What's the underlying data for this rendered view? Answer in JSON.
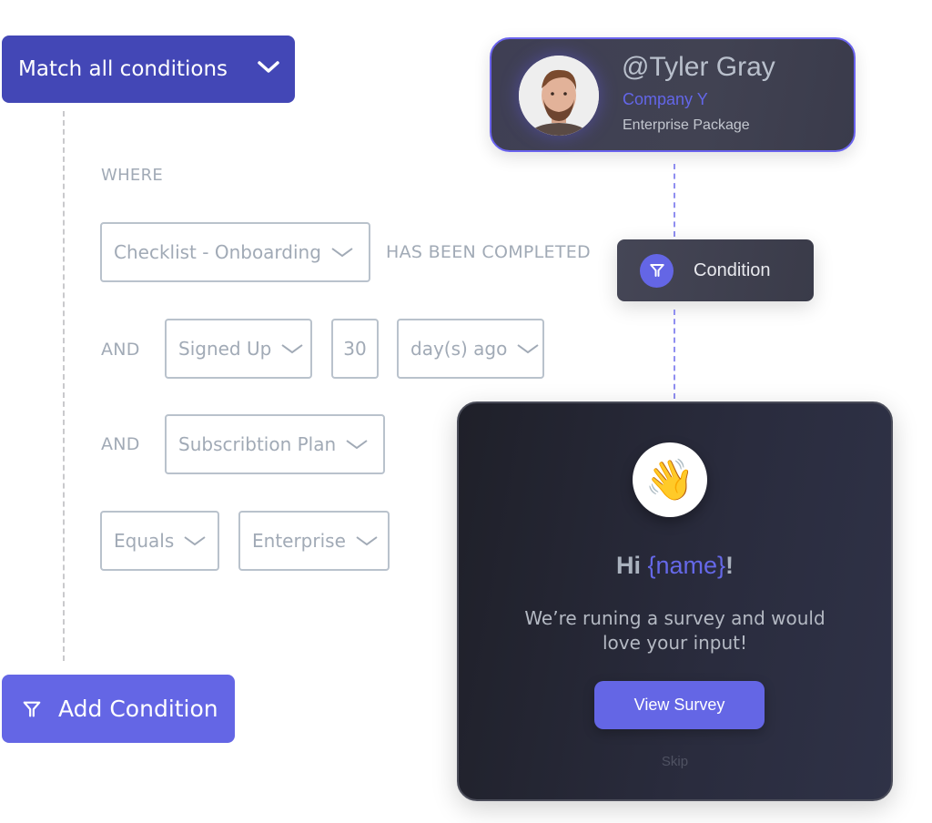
{
  "segment": {
    "match_label": "Match all conditions",
    "where_label": "WHERE",
    "rows": [
      {
        "dropdowns": [
          {
            "value": "Checklist - Onboarding"
          }
        ],
        "suffix": "HAS BEEN COMPLETED"
      },
      {
        "prefix": "AND",
        "dropdowns": [
          {
            "value": "Signed Up"
          }
        ],
        "number": "30",
        "unit": {
          "value": "day(s) ago"
        }
      },
      {
        "prefix": "AND",
        "dropdowns": [
          {
            "value": "Subscribtion Plan"
          }
        ]
      },
      {
        "dropdowns": [
          {
            "value": "Equals"
          },
          {
            "value": "Enterprise"
          }
        ]
      }
    ],
    "add_condition_label": "Add Condition"
  },
  "profile": {
    "handle": "@Tyler Gray",
    "company": "Company Y",
    "package": "Enterprise Package"
  },
  "condition_node": {
    "label": "Condition",
    "icon": "filter-icon"
  },
  "survey": {
    "emoji": "👋",
    "greeting": "Hi",
    "variable": "{name}",
    "punct": "!",
    "message": "We’re runing a survey and would love your input!",
    "cta_label": "View Survey",
    "skip_label": "Skip"
  },
  "colors": {
    "primary": "#6466e5",
    "primary_dark": "#4347b6",
    "muted_text": "#a1aab6",
    "dark_card": "#2a2c3e"
  }
}
